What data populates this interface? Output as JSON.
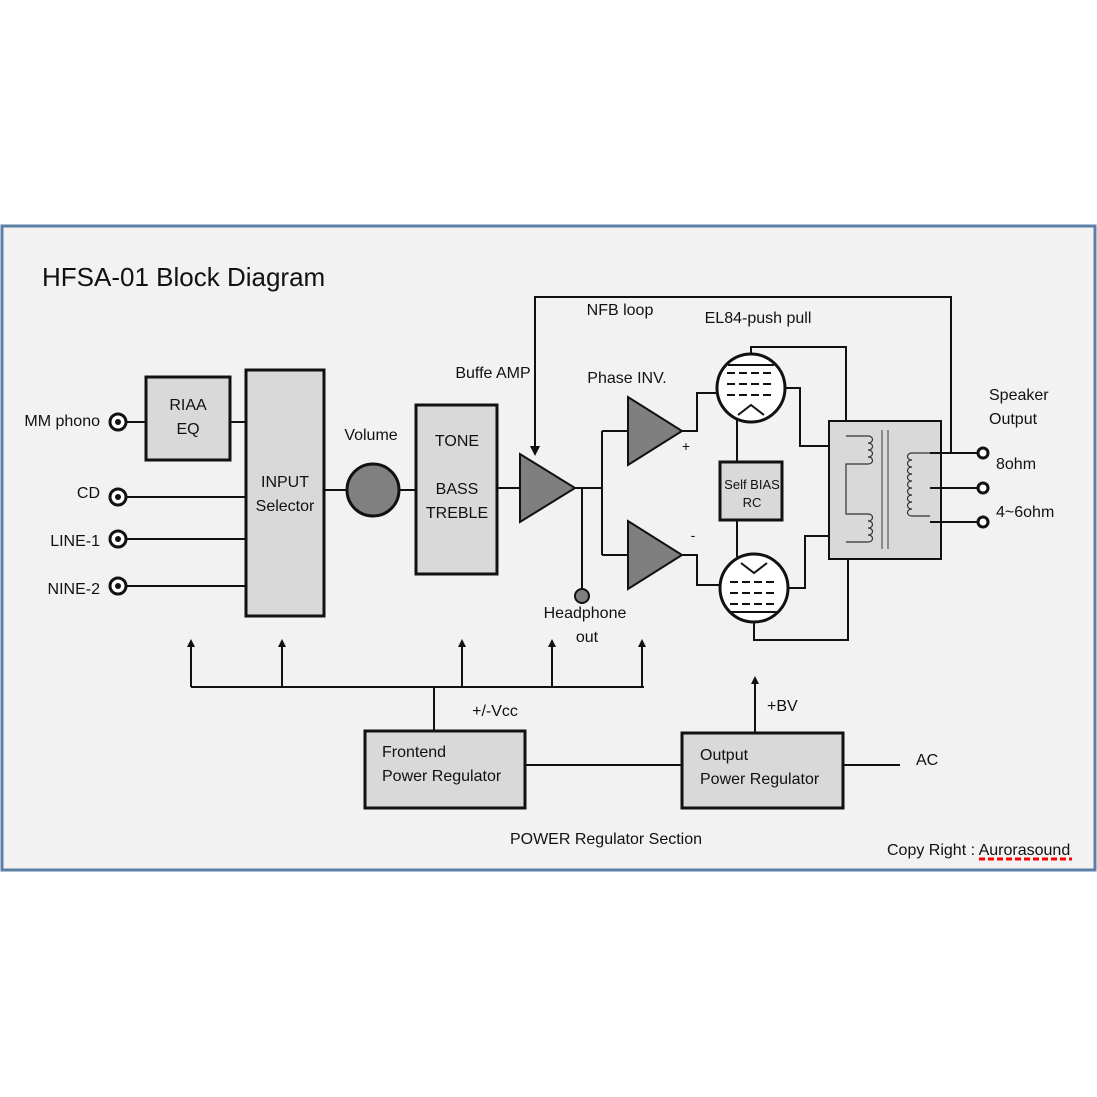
{
  "title": "HFSA-01 Block Diagram",
  "labels": {
    "nfb_loop": "NFB loop",
    "el84": "EL84-push pull",
    "buffer_amp": "Buffe AMP",
    "phase_inv": "Phase INV.",
    "speaker_output_1": "Speaker",
    "speaker_output_2": "Output",
    "volume": "Volume",
    "ohm8": "8ohm",
    "ohm46": "4~6ohm",
    "plus": "+",
    "minus": "-",
    "headphone_1": "Headphone",
    "headphone_2": "out",
    "vcc": "+/-Vcc",
    "bv": "+BV",
    "ac": "AC",
    "power_section": "POWER Regulator Section",
    "copyright_prefix": "Copy Right : ",
    "copyright_name": "Aurorasound"
  },
  "inputs": [
    "MM phono",
    "CD",
    "LINE-1",
    "NINE-2"
  ],
  "blocks": {
    "riaa_1": "RIAA",
    "riaa_2": "EQ",
    "selector_1": "INPUT",
    "selector_2": "Selector",
    "tone_1": "TONE",
    "tone_2": "BASS",
    "tone_3": "TREBLE",
    "selfbias_1": "Self BIAS",
    "selfbias_2": "RC",
    "frontend_1": "Frontend",
    "frontend_2": "Power Regulator",
    "output_1": "Output",
    "output_2": "Power Regulator"
  },
  "colors": {
    "panel_bg": "#f2f2f2",
    "panel_border": "#5b7fa6",
    "block_fill": "#d9d9d9",
    "amp_fill": "#7f7f7f",
    "volume_fill": "#808080",
    "underline_red": "#ff0000"
  }
}
